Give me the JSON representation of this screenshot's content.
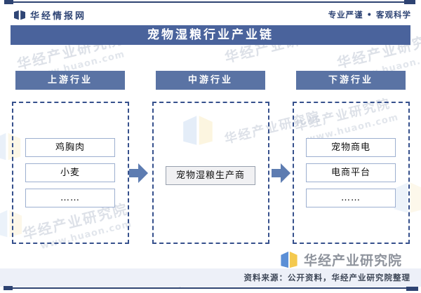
{
  "header": {
    "brand": "华经情报网",
    "slogan": "专业严谨 • 客观科学"
  },
  "title": "宠物湿粮行业产业链",
  "chain": {
    "columns": [
      {
        "header": "上游行业",
        "items": [
          "鸡胸肉",
          "小麦",
          "……"
        ]
      },
      {
        "header": "中游行业",
        "items": [
          "宠物湿粮生产商"
        ]
      },
      {
        "header": "下游行业",
        "items": [
          "宠物商电",
          "电商平台",
          "……"
        ]
      }
    ]
  },
  "footer": {
    "logo_text": "华经产业研究院",
    "source": "资料来源：公开资料，华经产业研究院整理"
  },
  "watermark": {
    "brand": "华经产业研究院",
    "url": "www.huaon.com"
  },
  "icons": {
    "brand_logo": "book-logo-icon",
    "arrows": "arrow-right-icon",
    "footer_logo": "open-book-icon"
  },
  "colors": {
    "title_bar": "#4a639c",
    "column_header": "#5a73a4",
    "dashed_border": "#36508c",
    "rule": "#2e4372",
    "arrow": "#5d7cb1",
    "footer_strip": "#edf0f8",
    "logo_blue": "#5b8fd6",
    "logo_yellow": "#f4c94f",
    "box_border": "#9dafd0"
  }
}
